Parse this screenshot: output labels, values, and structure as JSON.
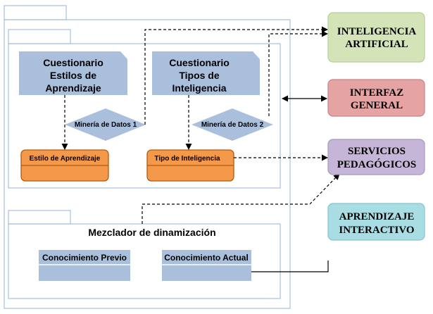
{
  "questionnaires": {
    "learning_styles": [
      "Cuestionario",
      "Estilos de",
      "Aprendizaje"
    ],
    "intelligence_types": [
      "Cuestionario",
      "Tipos de",
      "Inteligencia"
    ]
  },
  "mining": {
    "first": "Minería de Datos 1",
    "second": "Minería de Datos 2"
  },
  "results": {
    "learning_style": "Estilo de Aprendizaje",
    "intelligence_type": "Tipo de Inteligencia"
  },
  "mixer": {
    "title": "Mezclador de dinamización",
    "prior": "Conocimiento Previo",
    "current": "Conocimiento Actual"
  },
  "services": {
    "ai": [
      "INTELIGENCIA",
      "ARTIFICIAL"
    ],
    "interface": [
      "INTERFAZ",
      "GENERAL"
    ],
    "pedagogical": [
      "SERVICIOS",
      "PEDAGÓGICOS"
    ],
    "interactive": [
      "APRENDIZAJE",
      "INTERACTIVO"
    ]
  },
  "colors": {
    "package_border": "#a8c0dc",
    "doc_fill": "#a9bfdc",
    "diamond_fill": "#a9bfdc",
    "result_fill": "#f4984a",
    "result_border": "#b05a10",
    "ai_fill": "#d4e4b8",
    "ai_border": "#b7cf93",
    "interface_fill": "#e5a3a3",
    "interface_border": "#c98383",
    "pedagogical_fill": "#c5b6d7",
    "pedagogical_border": "#a897bf",
    "interactive_fill": "#a9dde4",
    "interactive_border": "#86c4cf"
  }
}
